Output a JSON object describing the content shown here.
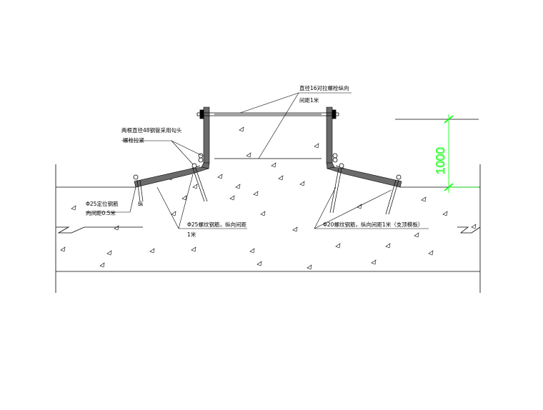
{
  "labels": {
    "bolt_top_line1": "直径16对拉螺栓纵向",
    "bolt_top_line2": "间距1米",
    "pipe_line1": "两根直径48钢管采用勾头",
    "pipe_line2": "螺栓拉紧",
    "positioning_line1": "Φ25定位钢筋",
    "positioning_line2": "向间距0.5米",
    "positioning_side": "纵",
    "rebar25_line1": "Φ25螺纹钢筋，纵向间距",
    "rebar25_line2": "1米",
    "rebar20": "Φ20螺纹钢筋，纵向间距1米（支顶模板）"
  },
  "dimension": {
    "value": "1000"
  },
  "colors": {
    "line": "#000000",
    "dimension": "#00ff00",
    "formwork_fill": "#6b6b6b"
  }
}
